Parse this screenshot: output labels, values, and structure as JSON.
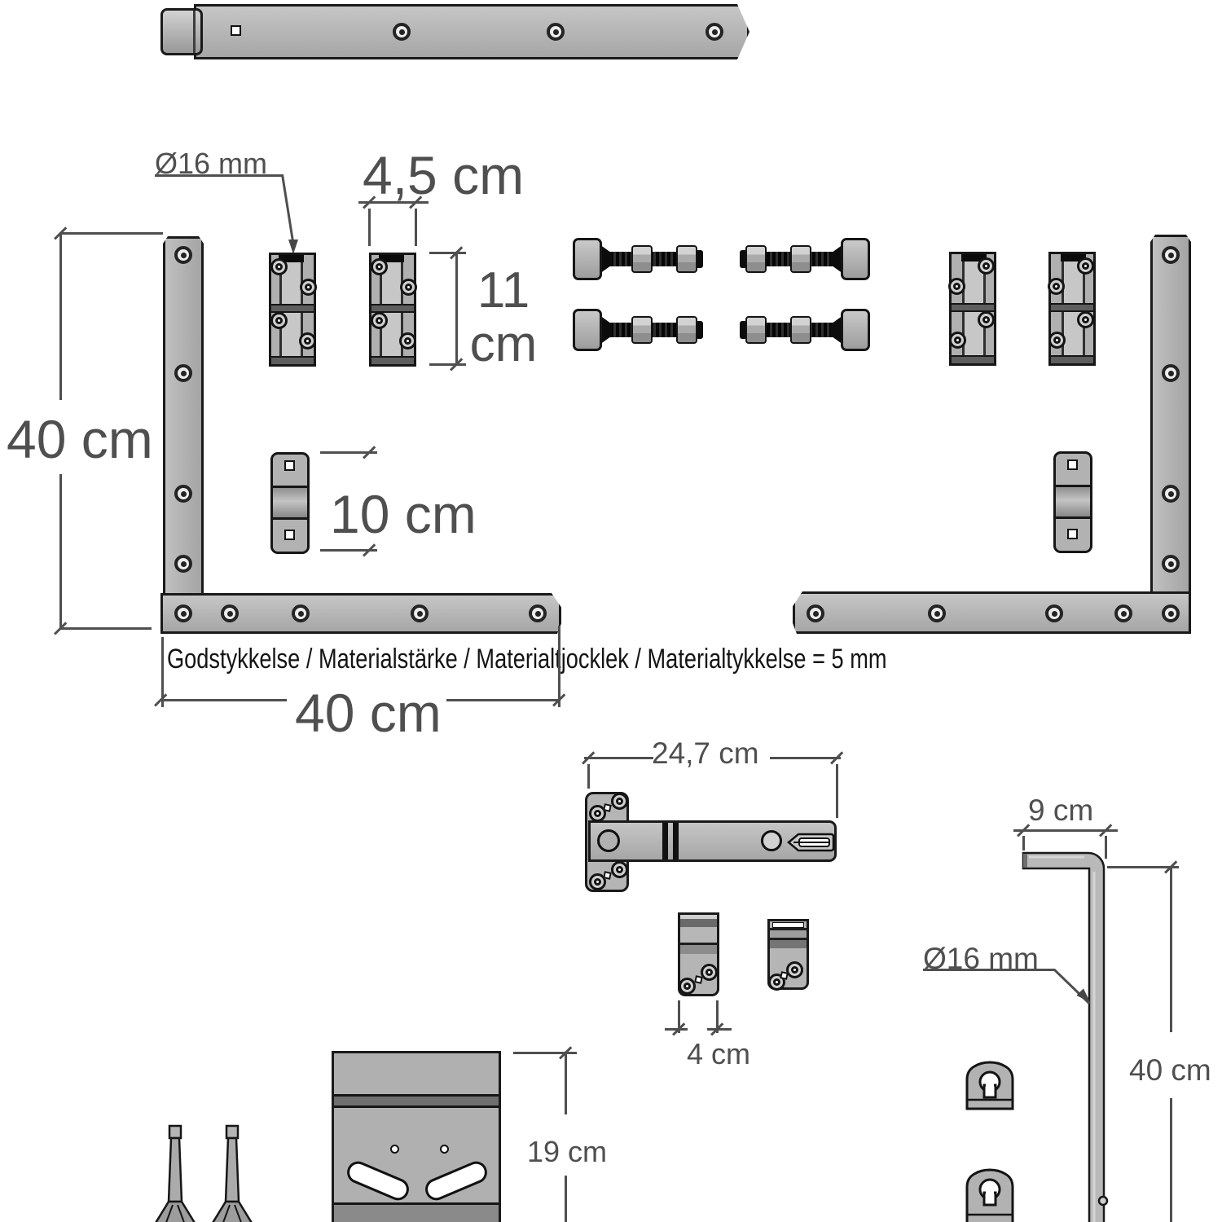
{
  "drawing": {
    "material_note": "Godstykkelse / Materialstärke / Materialtjocklek / Materialtykkelse = 5 mm",
    "dimensions": {
      "hinge_pin_diameter": "Ø16 mm",
      "hinge_width": "4,5 cm",
      "hinge_height": {
        "value": "11",
        "unit": "cm"
      },
      "frame_height": "40 cm",
      "frame_width": "40 cm",
      "keeper_hole_spacing": "10 cm",
      "latch_arm_length": "24,7 cm",
      "small_bracket_width": "4 cm",
      "mounting_plate_height": "19 cm",
      "drop_bolt_arm_length": "9 cm",
      "drop_bolt_diameter": "Ø16 mm",
      "drop_bolt_height": "40 cm"
    },
    "colors": {
      "metal_light": "#b5b5b5",
      "metal_mid": "#9c9c9c",
      "metal_dark": "#6f6f6f",
      "outline": "#1a1a1a",
      "dimension": "#4f4f4f",
      "thread_black": "#0c0c0c",
      "background": "#ffffff"
    }
  }
}
